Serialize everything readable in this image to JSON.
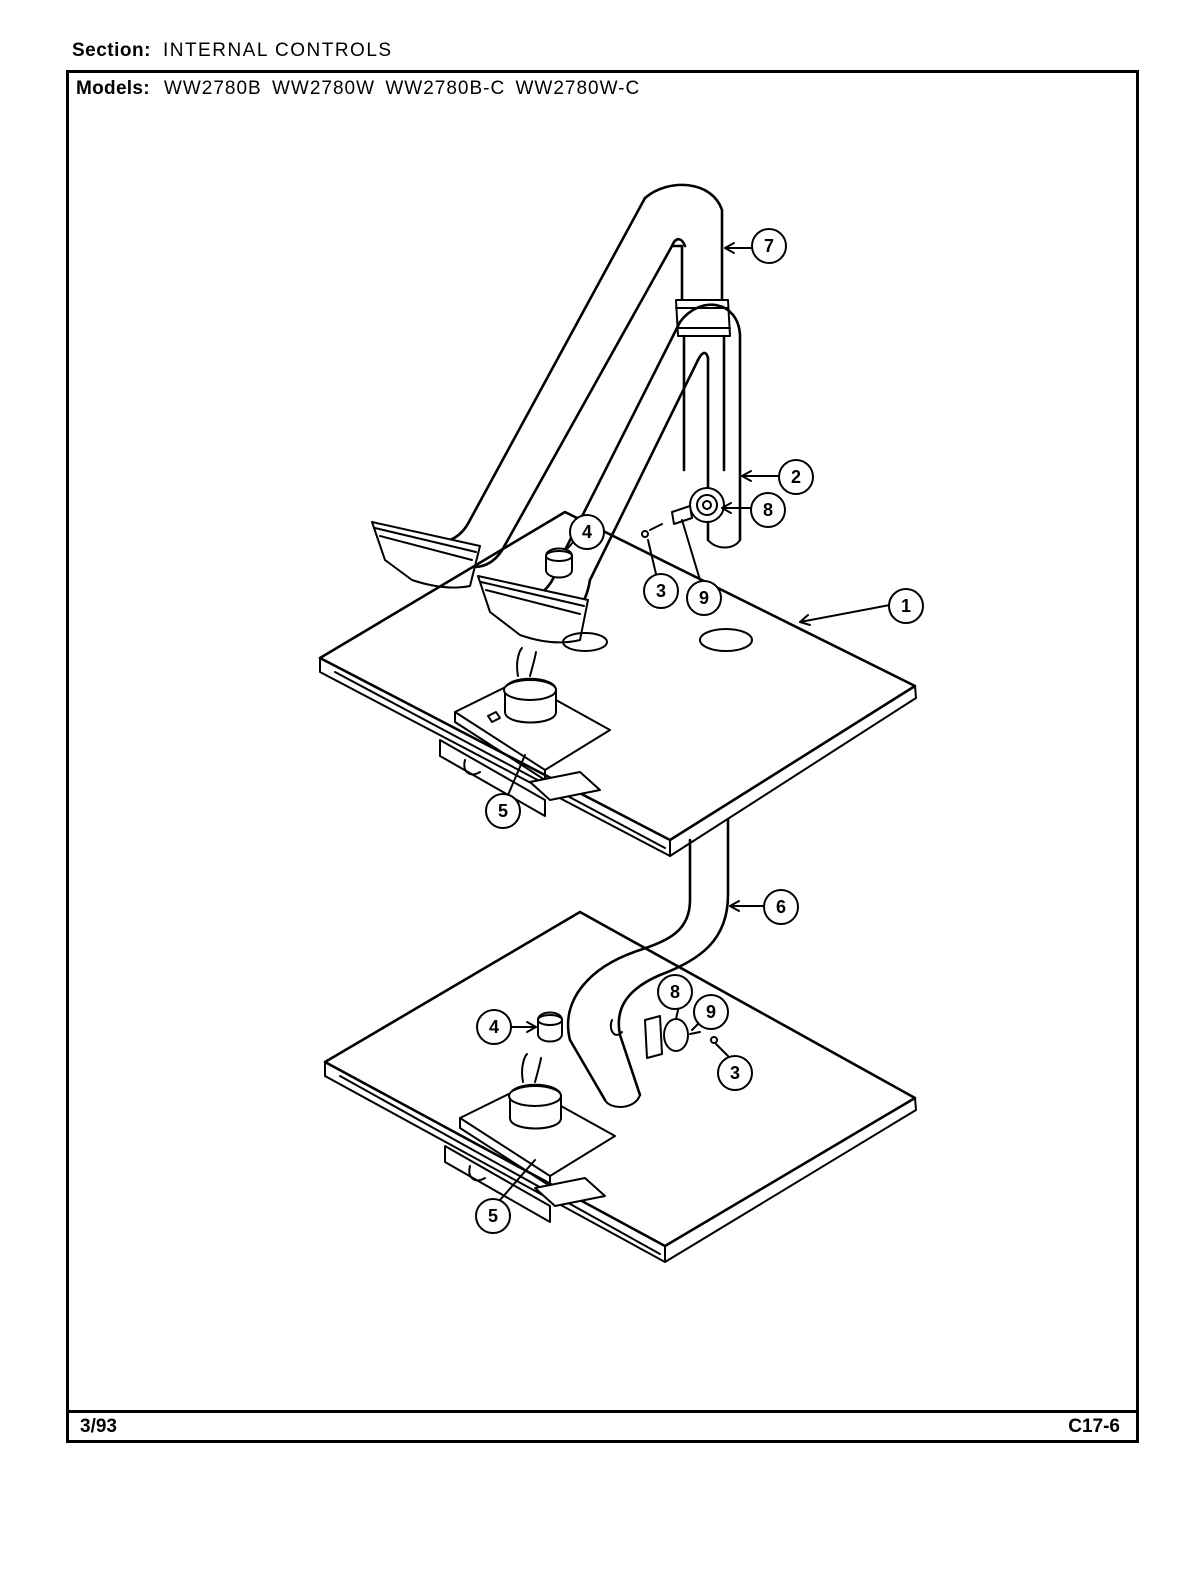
{
  "header": {
    "section_label": "Section:",
    "section_value": "INTERNAL CONTROLS",
    "models_label": "Models:",
    "models_value": "WW2780B WW2780W WW2780B-C WW2780W-C"
  },
  "footer": {
    "date": "3/93",
    "page_code": "C17-6"
  },
  "callouts": [
    {
      "label": "7"
    },
    {
      "label": "2"
    },
    {
      "label": "8"
    },
    {
      "label": "4"
    },
    {
      "label": "3"
    },
    {
      "label": "9"
    },
    {
      "label": "1"
    },
    {
      "label": "5"
    },
    {
      "label": "6"
    },
    {
      "label": "8"
    },
    {
      "label": "9"
    },
    {
      "label": "4"
    },
    {
      "label": "3"
    },
    {
      "label": "5"
    }
  ]
}
